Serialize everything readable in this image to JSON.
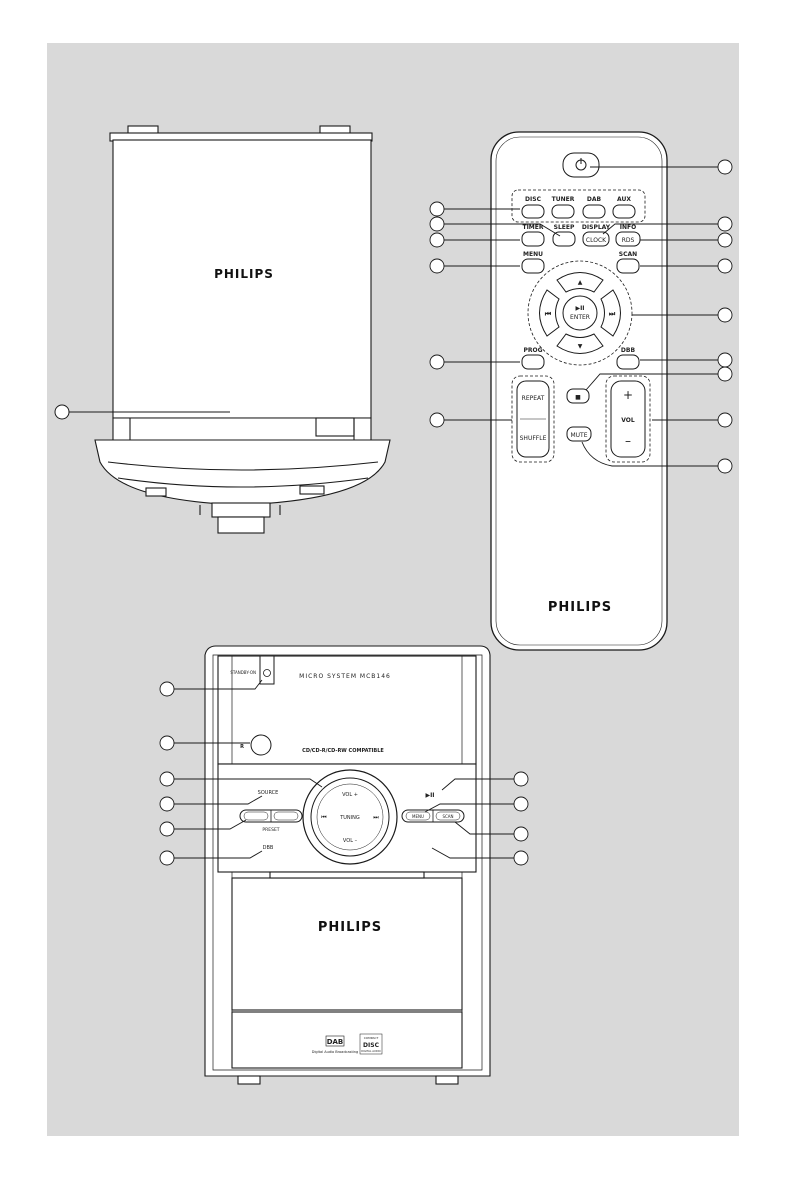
{
  "brand": "PHILIPS",
  "remote": {
    "buttons": {
      "disc": "DISC",
      "tuner": "TUNER",
      "dab": "DAB",
      "aux": "AUX",
      "sleep": "SLEEP",
      "display": "DISPLAY",
      "clock": "CLOCK",
      "info": "INFO",
      "rds": "RDS",
      "timer": "TIMER",
      "menu": "MENU",
      "scan": "SCAN",
      "enter": "ENTER",
      "play_pause": "▶II",
      "prog": "PROG",
      "dbb": "DBB",
      "repeat": "REPEAT",
      "shuffle": "SHUFFLE",
      "vol": "VOL",
      "vol_plus": "+",
      "vol_minus": "–",
      "mute": "MUTE",
      "stop": "■"
    }
  },
  "front": {
    "standby_label": "STANDBY-ON",
    "model_label": "MICRO SYSTEM MCB146",
    "ir_label": "R",
    "compat_label": "CD/CD-R/CD-RW COMPATIBLE",
    "source_label": "SOURCE",
    "preset_label": "PRESET",
    "dbb_label": "DBB",
    "vol_plus_label": "VOL +",
    "vol_minus_label": "VOL –",
    "tuning_label": "TUNING",
    "play_pause_label": "▶II",
    "menu_label": "MENU",
    "scan_label": "SCAN",
    "dab_logo": "DAB",
    "dab_caption": "Digital Audio Broadcasting",
    "disc_logo_top": "COMPACT",
    "disc_logo_mid": "DISC",
    "disc_logo_bottom": "DIGITAL AUDIO"
  },
  "colors": {
    "background_panel": "#d9d9d9",
    "device_body": "#ffffff",
    "outline": "#1a1a1a"
  }
}
